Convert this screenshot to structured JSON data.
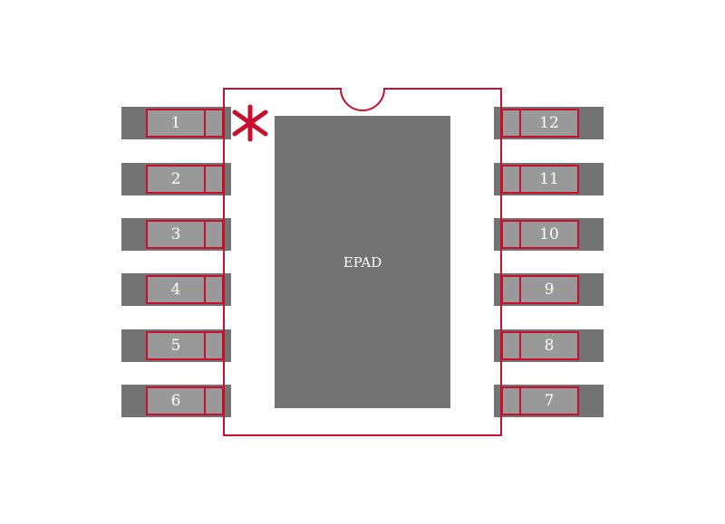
{
  "colors": {
    "background": "#ffffff",
    "pad_fill": "#737373",
    "pin_fill": "#999999",
    "outline": "#c8102e",
    "epad_fill": "#737373",
    "label": "#ffffff"
  },
  "package": {
    "pin1_marker": "*",
    "notch": "semicircle-top-center",
    "epad": {
      "label": "EPAD"
    },
    "left_pins": [
      "1",
      "2",
      "3",
      "4",
      "5",
      "6"
    ],
    "right_pins": [
      "12",
      "11",
      "10",
      "9",
      "8",
      "7"
    ]
  }
}
